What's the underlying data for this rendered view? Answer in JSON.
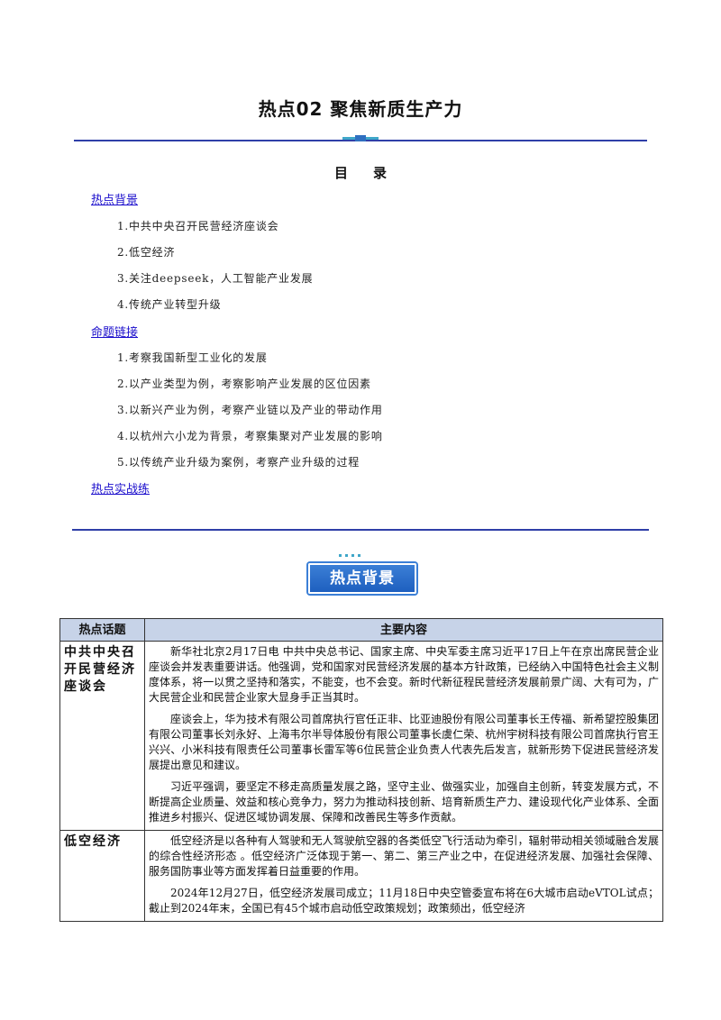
{
  "title": "热点02 聚焦新质生产力",
  "toc": {
    "heading_1": "目",
    "heading_2": "录",
    "sections": [
      {
        "label": "热点背景",
        "items": [
          "1.中共中央召开民营经济座谈会",
          "2.低空经济",
          "3.关注deepseek，人工智能产业发展",
          "4.传统产业转型升级"
        ]
      },
      {
        "label": "命题链接",
        "items": [
          "1.考察我国新型工业化的发展",
          "2.以产业类型为例，考察影响产业发展的区位因素",
          "3.以新兴产业为例，考察产业链以及产业的带动作用",
          "4.以杭州六小龙为背景，考察集聚对产业发展的影响",
          "5.以传统产业升级为案例，考察产业升级的过程"
        ]
      },
      {
        "label": "热点实战练",
        "items": []
      }
    ]
  },
  "badge": "热点背景",
  "table": {
    "headers": [
      "热点话题",
      "主要内容"
    ],
    "rows": [
      {
        "topic": "中共中央召开民营经济座谈会",
        "paragraphs": [
          "新华社北京2月17日电 中共中央总书记、国家主席、中央军委主席习近平17日上午在京出席民营企业座谈会并发表重要讲话。他强调，党和国家对民营经济发展的基本方针政策，已经纳入中国特色社会主义制度体系，将一以贯之坚持和落实，不能变，也不会变。新时代新征程民营经济发展前景广阔、大有可为，广大民营企业和民营企业家大显身手正当其时。",
          "座谈会上，华为技术有限公司首席执行官任正非、比亚迪股份有限公司董事长王传福、新希望控股集团有限公司董事长刘永好、上海韦尔半导体股份有限公司董事长虞仁荣、杭州宇树科技有限公司首席执行官王兴兴、小米科技有限责任公司董事长雷军等6位民营企业负责人代表先后发言，就新形势下促进民营经济发展提出意见和建议。",
          "习近平强调，要坚定不移走高质量发展之路，坚守主业、做强实业，加强自主创新，转变发展方式，不断提高企业质量、效益和核心竞争力，努力为推动科技创新、培育新质生产力、建设现代化产业体系、全面推进乡村振兴、促进区域协调发展、保障和改善民生等多作贡献。"
        ]
      },
      {
        "topic": "低空经济",
        "paragraphs": [
          "低空经济是以各种有人驾驶和无人驾驶航空器的各类低空飞行活动为牵引，辐射带动相关领域融合发展的综合性经济形态 。低空经济广泛体现于第一、第二、第三产业之中，在促进经济发展、加强社会保障、服务国防事业等方面发挥着日益重要的作用。",
          "2024年12月27日，低空经济发展司成立；11月18日中央空管委宣布将在6大城市启动eVTOL试点；截止到2024年末，全国已有45个城市启动低空政策规划；政策频出，低空经济"
        ]
      }
    ]
  }
}
